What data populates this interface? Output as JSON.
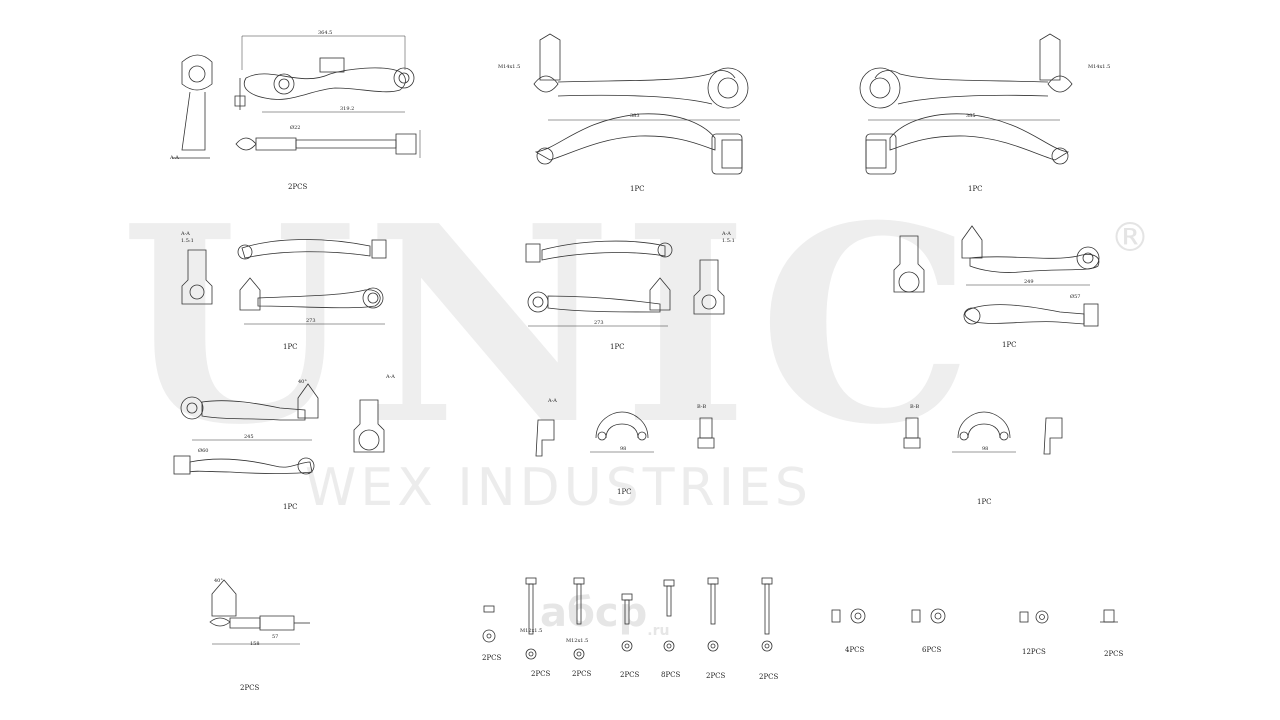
{
  "watermark": {
    "brand": "UNIC",
    "registered": "®",
    "subtitle": "WEX INDUSTRIES",
    "site_logo": "aбcp",
    "site_suffix": ".ru"
  },
  "parts": [
    {
      "id": "p1",
      "qty": "2PCS"
    },
    {
      "id": "p2",
      "qty": "1PC"
    },
    {
      "id": "p3",
      "qty": "1PC"
    },
    {
      "id": "p4",
      "qty": "1PC"
    },
    {
      "id": "p5",
      "qty": "1PC"
    },
    {
      "id": "p6",
      "qty": "1PC"
    },
    {
      "id": "p7",
      "qty": "1PC"
    },
    {
      "id": "p8",
      "qty": "1PC"
    },
    {
      "id": "p9",
      "qty": "1PC"
    },
    {
      "id": "p10",
      "qty": "2PCS"
    }
  ],
  "hardware": [
    {
      "id": "h1",
      "qty": "2PCS"
    },
    {
      "id": "h2",
      "qty": "2PCS"
    },
    {
      "id": "h3",
      "qty": "2PCS"
    },
    {
      "id": "h4",
      "qty": "2PCS"
    },
    {
      "id": "h5",
      "qty": "8PCS"
    },
    {
      "id": "h6",
      "qty": "2PCS"
    },
    {
      "id": "h7",
      "qty": "2PCS"
    },
    {
      "id": "h8",
      "qty": "4PCS"
    },
    {
      "id": "h9",
      "qty": "6PCS"
    },
    {
      "id": "h10",
      "qty": "12PCS"
    },
    {
      "id": "h11",
      "qty": "2PCS"
    }
  ],
  "dimensions": {
    "d1": "364.5",
    "d2": "319.2",
    "d3": "383",
    "d4": "385",
    "d5": "273",
    "d6": "273",
    "d7": "249",
    "d8": "245",
    "d9": "158",
    "d10": "57",
    "d11": "98",
    "d12": "98",
    "sec_aa": "A-A",
    "sec_bb": "B-B",
    "scale": "1.5:1",
    "angle": "40°",
    "thread1": "M14x1.5",
    "thread2": "M12x1.5",
    "dia1": "Ø22",
    "dia2": "Ø60",
    "dia3": "Ø57"
  }
}
